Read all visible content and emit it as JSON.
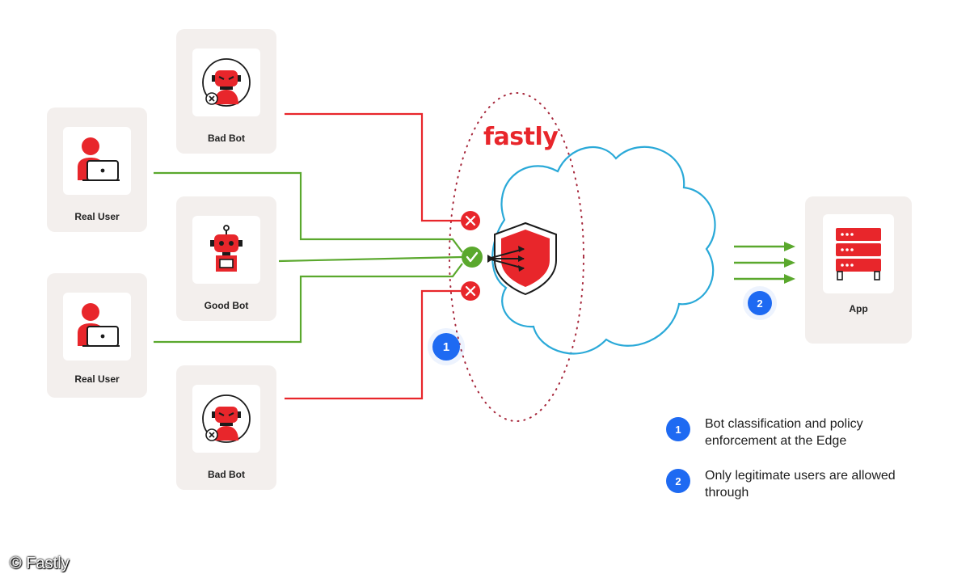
{
  "brand": {
    "logo_text": "fastly",
    "copyright": "© Fastly"
  },
  "colors": {
    "blocked": "#e8262b",
    "allowed": "#5aa82d",
    "cloud": "#2aa9d8",
    "badge": "#1e6af2",
    "card": "#f3efed"
  },
  "sources": [
    {
      "id": "bad-bot-top",
      "label": "Bad Bot",
      "icon": "bad-bot-icon",
      "status": "blocked"
    },
    {
      "id": "real-user-top",
      "label": "Real User",
      "icon": "real-user-icon",
      "status": "allowed"
    },
    {
      "id": "good-bot",
      "label": "Good Bot",
      "icon": "good-bot-icon",
      "status": "allowed"
    },
    {
      "id": "real-user-bottom",
      "label": "Real User",
      "icon": "real-user-icon",
      "status": "allowed"
    },
    {
      "id": "bad-bot-bottom",
      "label": "Bad Bot",
      "icon": "bad-bot-icon",
      "status": "blocked"
    }
  ],
  "destination": {
    "label": "App",
    "icon": "server-icon"
  },
  "markers": {
    "edge": "1",
    "through": "2"
  },
  "legend": [
    {
      "num": "1",
      "text": "Bot classification and policy enforcement at the Edge"
    },
    {
      "num": "2",
      "text": "Only legitimate users are allowed through"
    }
  ]
}
